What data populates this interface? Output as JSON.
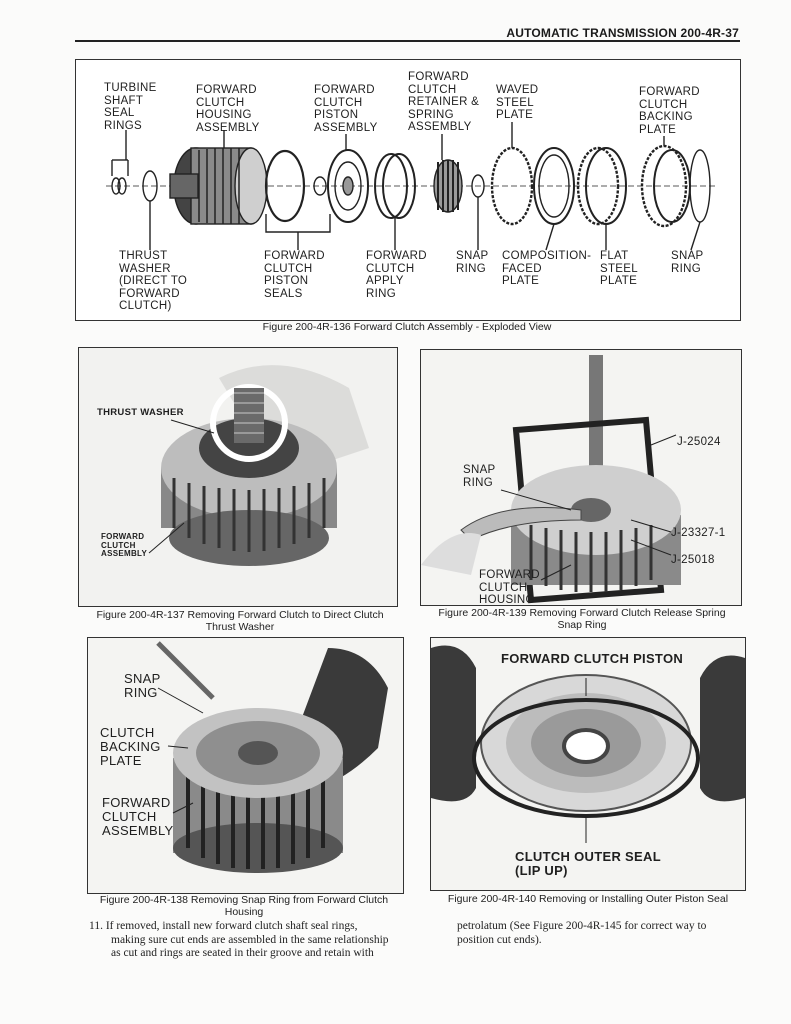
{
  "header": {
    "title": "AUTOMATIC TRANSMISSION  200-4R-37"
  },
  "fig136": {
    "caption": "Figure 200-4R-136 Forward Clutch Assembly - Exploded View",
    "top_labels": {
      "turbine": [
        "TURBINE",
        "SHAFT",
        "SEAL",
        "RINGS"
      ],
      "housing": [
        "FORWARD",
        "CLUTCH",
        "HOUSING",
        "ASSEMBLY"
      ],
      "piston": [
        "FORWARD",
        "CLUTCH",
        "PISTON",
        "ASSEMBLY"
      ],
      "retainer": [
        "FORWARD",
        "CLUTCH",
        "RETAINER &",
        "SPRING",
        "ASSEMBLY"
      ],
      "waved": [
        "WAVED",
        "STEEL",
        "PLATE"
      ],
      "backing": [
        "FORWARD",
        "CLUTCH",
        "BACKING",
        "PLATE"
      ]
    },
    "bottom_labels": {
      "thrust": [
        "THRUST",
        "WASHER",
        "(DIRECT TO",
        "FORWARD",
        "CLUTCH)"
      ],
      "seals": [
        "FORWARD",
        "CLUTCH",
        "PISTON",
        "SEALS"
      ],
      "apply": [
        "FORWARD",
        "CLUTCH",
        "APPLY",
        "RING"
      ],
      "snap1": [
        "SNAP",
        "RING"
      ],
      "composition": [
        "COMPOSITION-",
        "FACED",
        "PLATE"
      ],
      "flat": [
        "FLAT",
        "STEEL",
        "PLATE"
      ],
      "snap2": [
        "SNAP",
        "RING"
      ]
    }
  },
  "fig137": {
    "caption": [
      "Figure 200-4R-137 Removing Forward Clutch to Direct Clutch",
      "Thrust Washer"
    ],
    "labels": {
      "thrust": "THRUST WASHER",
      "assembly": [
        "FORWARD",
        "CLUTCH",
        "ASSEMBLY"
      ]
    }
  },
  "fig139": {
    "caption": [
      "Figure 200-4R-139 Removing Forward Clutch Release Spring",
      "Snap Ring"
    ],
    "labels": {
      "tool1": "J-25024",
      "snap": [
        "SNAP",
        "RING"
      ],
      "tool2": "J-23327-1",
      "tool3": "J-25018",
      "housing": [
        "FORWARD",
        "CLUTCH",
        "HOUSING"
      ]
    }
  },
  "fig138": {
    "caption": [
      "Figure 200-4R-138 Removing Snap Ring from Forward Clutch",
      "Housing"
    ],
    "labels": {
      "snap": [
        "SNAP",
        "RING"
      ],
      "backing": [
        "CLUTCH",
        "BACKING",
        "PLATE"
      ],
      "assembly": [
        "FORWARD",
        "CLUTCH",
        "ASSEMBLY"
      ]
    }
  },
  "fig140": {
    "caption": "Figure 200-4R-140 Removing or Installing Outer Piston Seal",
    "labels": {
      "piston": "FORWARD CLUTCH PISTON",
      "seal": [
        "CLUTCH OUTER SEAL",
        "(LIP UP)"
      ]
    }
  },
  "body": {
    "left": [
      "11.  If removed, install new forward clutch shaft seal rings,",
      "making sure cut ends are assembled in the same relationship",
      "as cut and rings are seated in their groove and retain with"
    ],
    "right": [
      "petrolatum (See Figure 200-4R-145 for correct way to",
      "position cut ends)."
    ]
  }
}
